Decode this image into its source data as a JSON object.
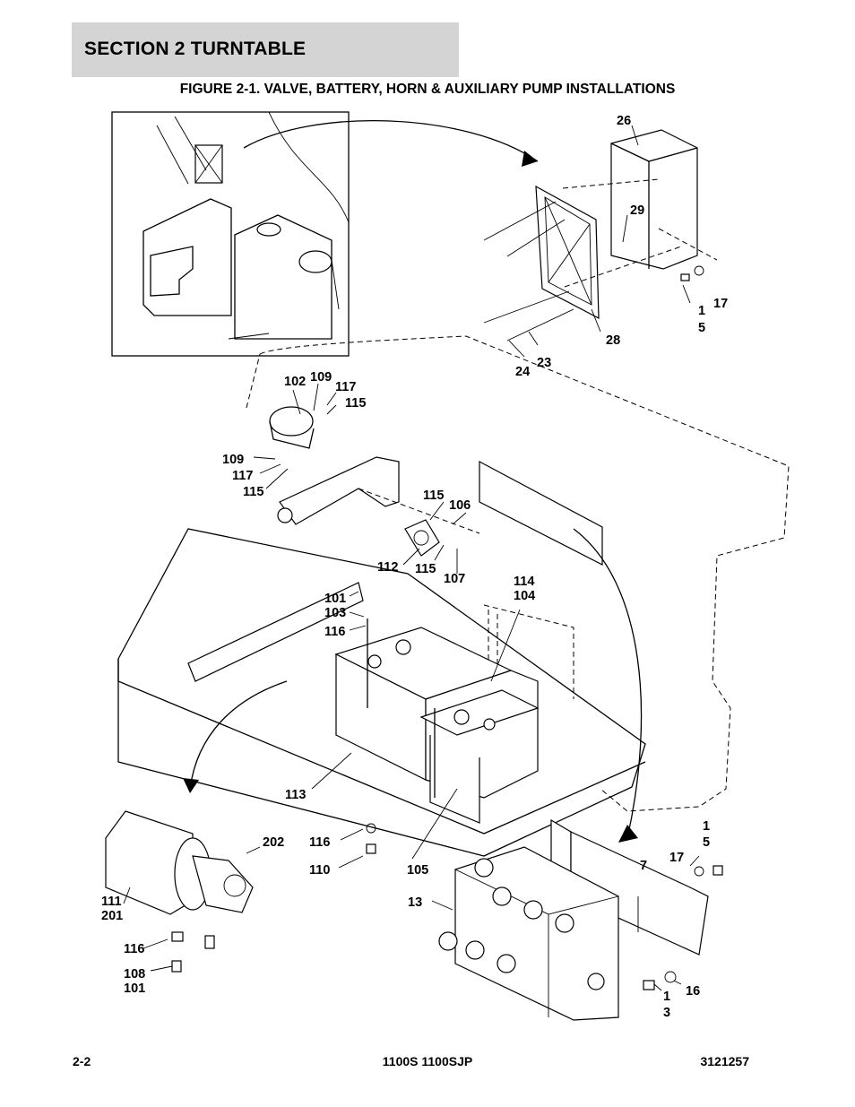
{
  "header": {
    "section_title": "SECTION 2   TURNTABLE"
  },
  "figure": {
    "title": "FIGURE 2-1. VALVE, BATTERY, HORN & AUXILIARY PUMP INSTALLATIONS"
  },
  "callouts": [
    "26",
    "29",
    "17",
    "1",
    "5",
    "28",
    "23",
    "24",
    "102",
    "109",
    "117",
    "115",
    "109",
    "117",
    "115",
    "115",
    "106",
    "112",
    "115",
    "107",
    "114",
    "104",
    "101",
    "103",
    "116",
    "113",
    "116",
    "110",
    "105",
    "202",
    "111",
    "201",
    "116",
    "108",
    "101",
    "1",
    "5",
    "17",
    "7",
    "13",
    "16",
    "1",
    "3"
  ],
  "footer": {
    "page": "2-2",
    "model": "1100S 1100SJP",
    "doc_number": "3121257"
  }
}
